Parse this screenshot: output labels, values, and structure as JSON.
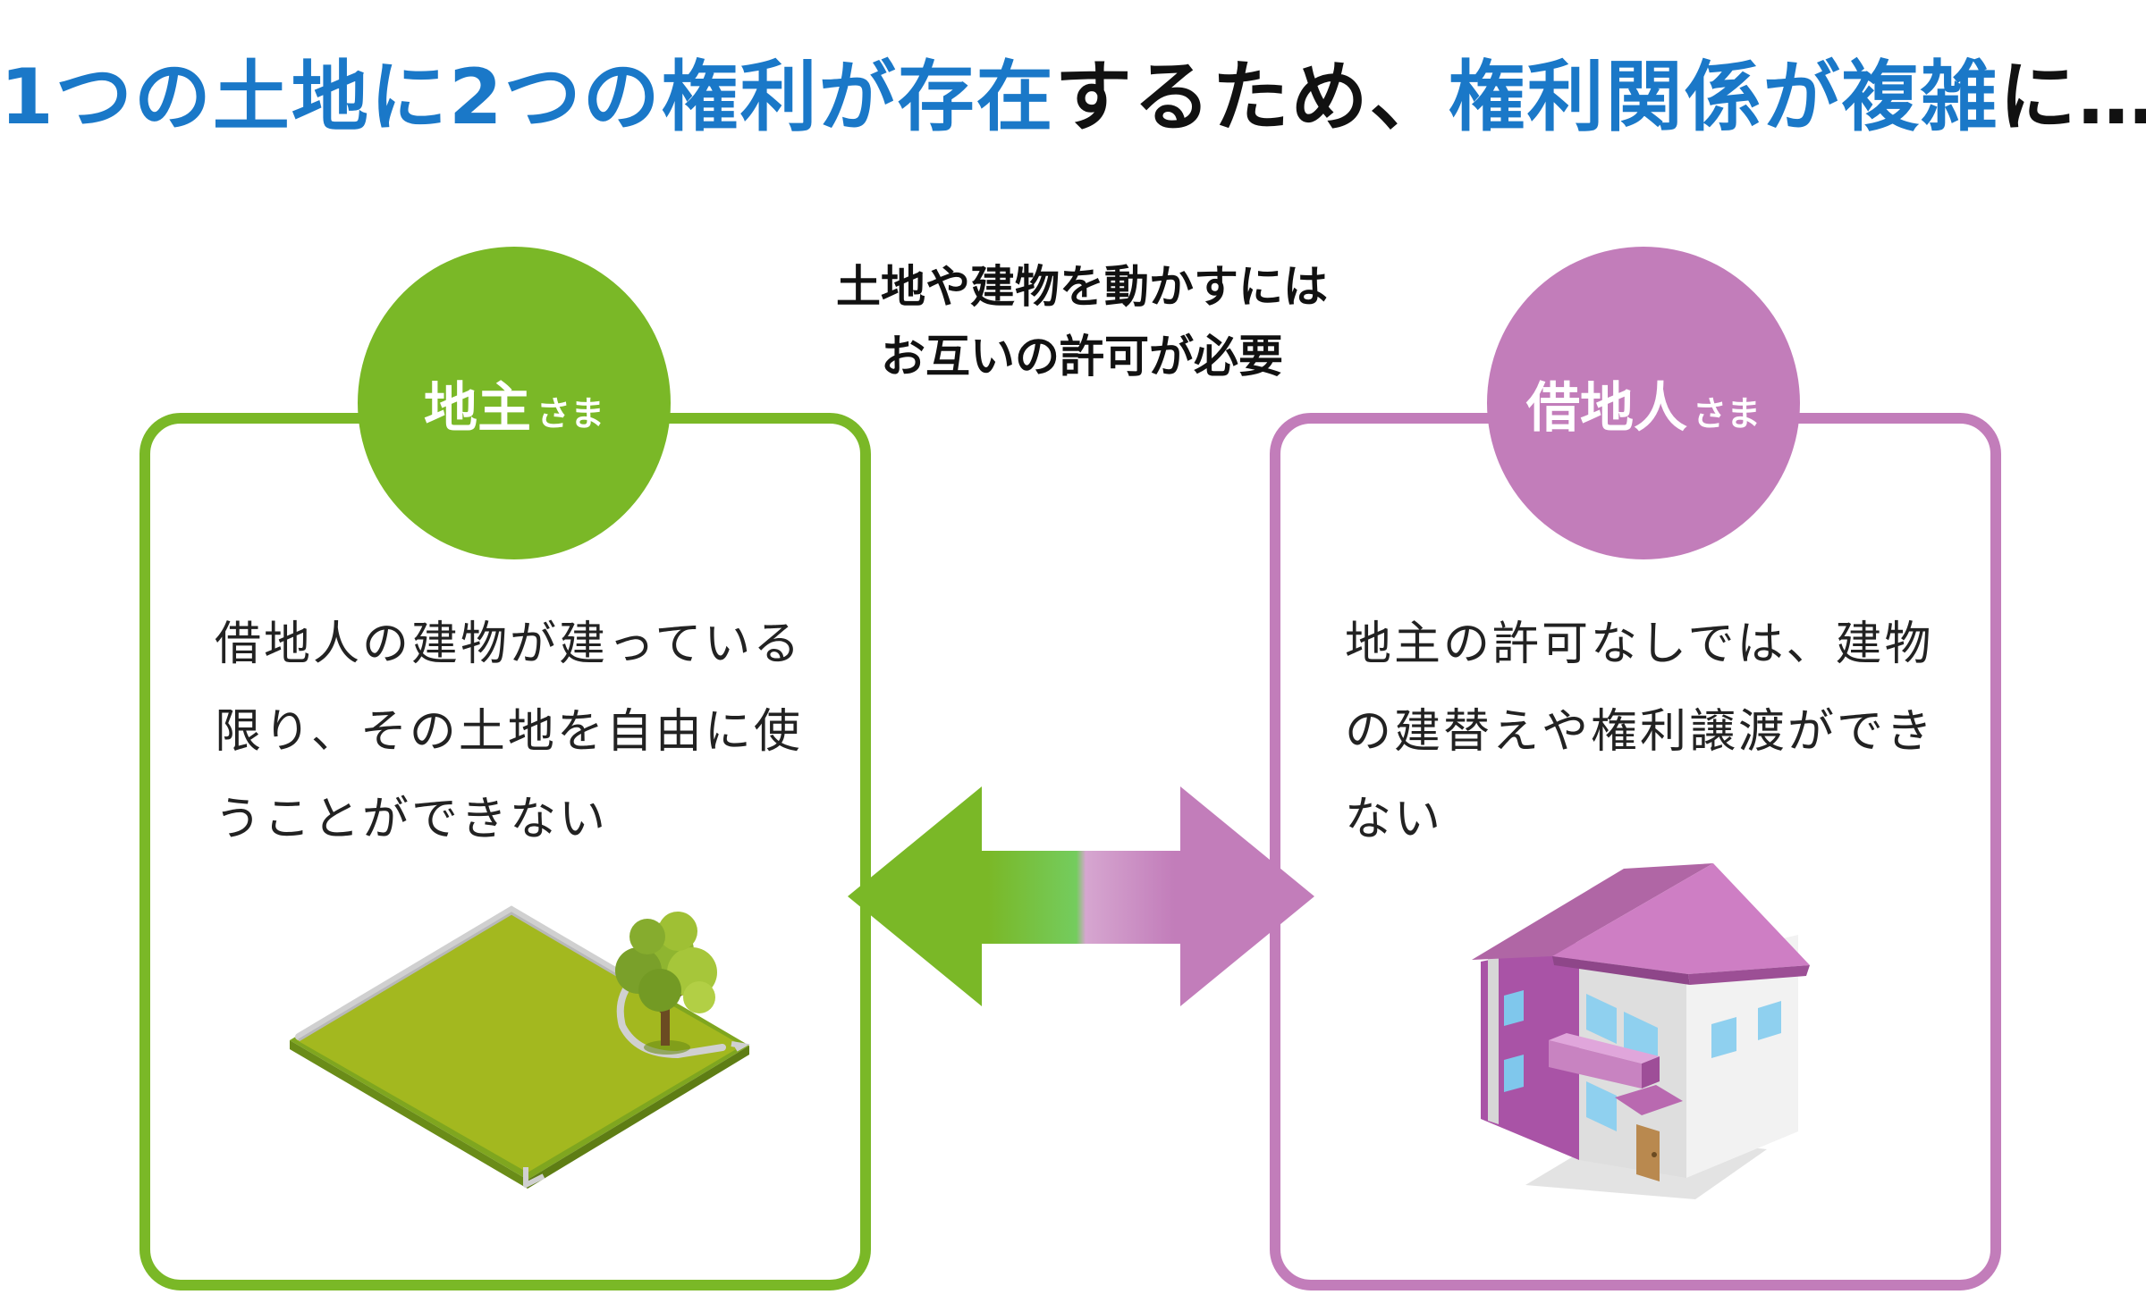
{
  "headline": {
    "part1": "1つの土地に2つの権利が存在",
    "part2": "するため、",
    "part3": "権利関係が複雑",
    "part4": "に…"
  },
  "center_note": {
    "line1": "土地や建物を動かすには",
    "line2": "お互いの許可が必要"
  },
  "landowner": {
    "title": "地主",
    "honorific": "さま",
    "desc_lines": [
      "借地人の建物が建っている",
      "限り、その土地を自由に使",
      "うことができない"
    ]
  },
  "tenant": {
    "title": "借地人",
    "honorific": "さま",
    "desc_lines": [
      "地主の許可なしでは、建物",
      "の建替えや権利譲渡ができ",
      "ない"
    ]
  },
  "colors": {
    "blue": "#1a78c8",
    "green": "#7ab827",
    "purple": "#c27dba"
  },
  "icons": {
    "arrow": "double-arrow-icon",
    "land": "land-plot-icon",
    "house": "house-icon"
  }
}
